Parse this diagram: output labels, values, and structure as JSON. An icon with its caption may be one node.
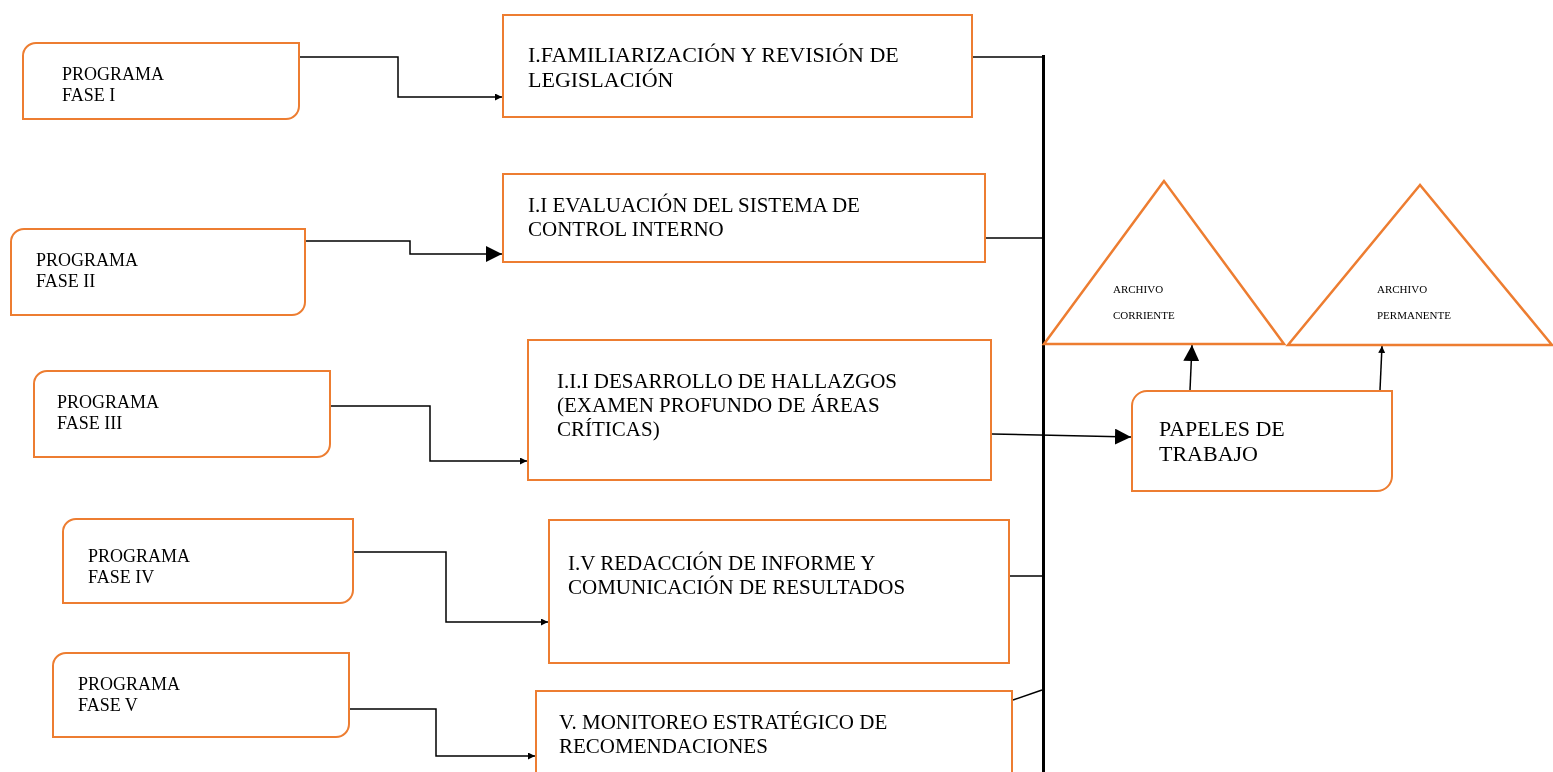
{
  "diagram": {
    "nodes": [
      {
        "text": [
          "PROGRAMA FASE I"
        ]
      },
      {
        "text": [
          "I.FAMILIARIZACIÓN Y REVISIÓN DE LEGISLACIÓN"
        ]
      },
      {
        "text": [
          "PROGRAMA FASE II"
        ]
      },
      {
        "text": [
          "I.I EVALUACIÓN DEL SISTEMA DE CONTROL INTERNO"
        ]
      },
      {
        "text": [
          "PROGRAMA FASE III"
        ]
      },
      {
        "text": [
          "I.I.I DESARROLLO DE HALLAZGOS (EXAMEN PROFUNDO DE ÁREAS CRÍTICAS)"
        ]
      },
      {
        "text": [
          "PROGRAMA FASE IV"
        ]
      },
      {
        "text": [
          "I.V REDACCIÓN DE INFORME Y COMUNICACIÓN DE RESULTADOS"
        ]
      },
      {
        "text": [
          "PROGRAMA FASE V"
        ]
      },
      {
        "text": [
          "V. MONITOREO ESTRATÉGICO DE RECOMENDACIONES"
        ]
      },
      {
        "text": [],
        "shape": "bar"
      },
      {
        "text": [
          "ARCHIVO CORRIENTE"
        ]
      },
      {
        "text": [
          "ARCHIVO PERMANENTE"
        ]
      },
      {
        "text": [
          "PAPELES DE TRABAJO"
        ]
      }
    ],
    "edges": [
      {
        "from": 0,
        "to": 1,
        "arrow": "to"
      },
      {
        "from": 2,
        "to": 3,
        "arrow": "to"
      },
      {
        "from": 4,
        "to": 5,
        "arrow": "to"
      },
      {
        "from": 6,
        "to": 7,
        "arrow": "to"
      },
      {
        "from": 8,
        "to": 9,
        "arrow": "to"
      },
      {
        "from": 1,
        "to": 10,
        "arrow": "none"
      },
      {
        "from": 3,
        "to": 10,
        "arrow": "none"
      },
      {
        "from": 7,
        "to": 10,
        "arrow": "none"
      },
      {
        "from": 9,
        "to": 10,
        "arrow": "none"
      },
      {
        "from": 5,
        "to": 13,
        "arrow": "to"
      },
      {
        "from": 13,
        "to": 11,
        "arrow": "to"
      },
      {
        "from": 13,
        "to": 12,
        "arrow": "to"
      }
    ]
  }
}
